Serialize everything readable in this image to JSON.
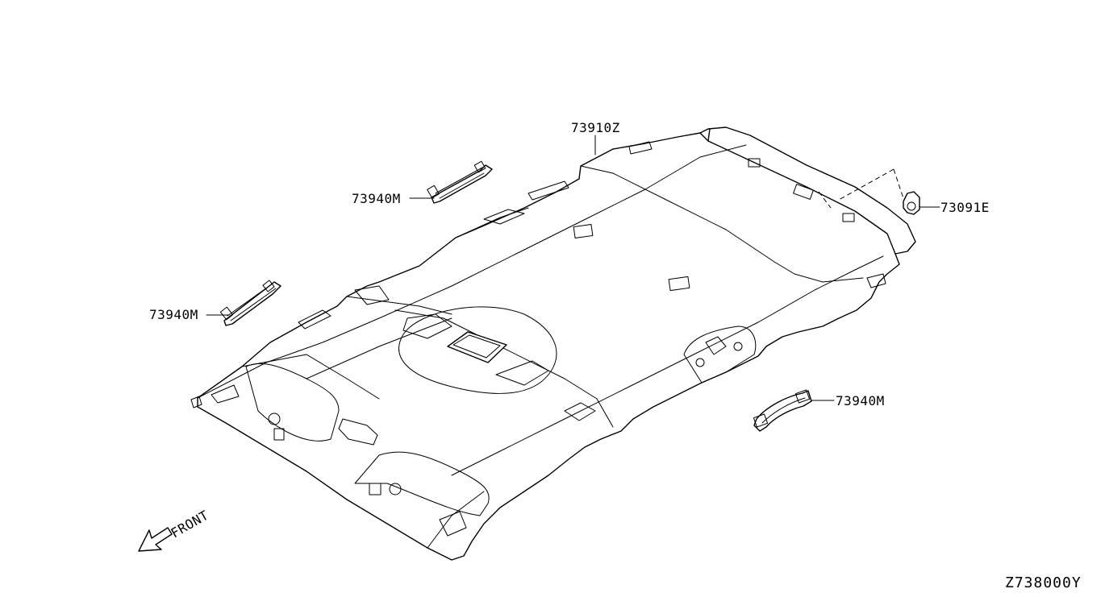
{
  "callouts": [
    {
      "id": "headlining",
      "part_no": "73910Z"
    },
    {
      "id": "assist-grip-front",
      "part_no": "73940M"
    },
    {
      "id": "assist-grip-rear",
      "part_no": "73940M"
    },
    {
      "id": "assist-grip-side",
      "part_no": "73940M"
    },
    {
      "id": "clip",
      "part_no": "73091E"
    }
  ],
  "direction_label": "FRONT",
  "diagram_code": "Z738000Y",
  "colors": {
    "line": "#000000",
    "background": "#ffffff"
  },
  "icons": [
    "front-arrow-icon"
  ]
}
